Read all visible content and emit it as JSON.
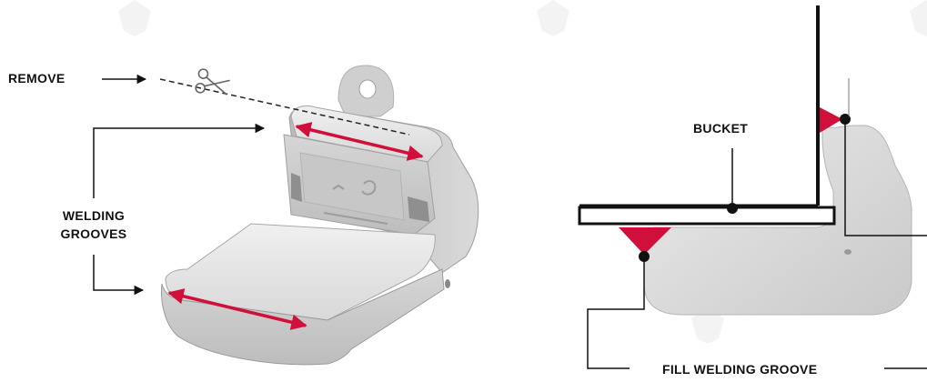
{
  "labels": {
    "remove": "REMOVE",
    "welding_grooves_line1": "WELDING",
    "welding_grooves_line2": "GROOVES",
    "bucket": "BUCKET",
    "fill_welding_groove": "FILL WELDING GROOVE"
  },
  "colors": {
    "accent_red": "#d0103a",
    "line_black": "#111111",
    "metal_light": "#e6e6e6",
    "metal_mid": "#cfcfcf",
    "metal_dark": "#a9a9a9",
    "watermark": "#f2f2f2"
  },
  "icons": [
    "scissors-icon",
    "arrow-right-icon"
  ]
}
